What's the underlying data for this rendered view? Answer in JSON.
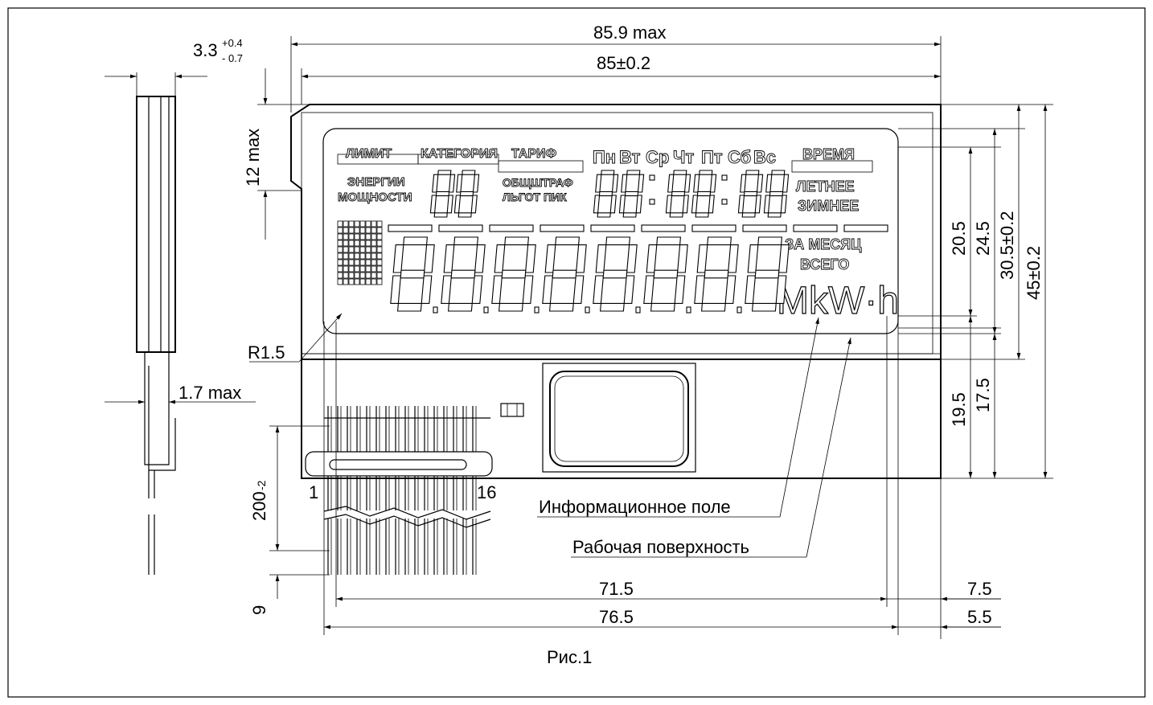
{
  "figure_caption": "Рис.1",
  "dimensions": {
    "thickness": "3.3",
    "thickness_tol_plus": "+0.4",
    "thickness_tol_minus": "- 0.7",
    "width_max": "85.9 max",
    "width": "85±0.2",
    "height_12": "12 max",
    "pin_thickness": "1.7 max",
    "radius": "R1.5",
    "lead_length": "200",
    "lead_length_tol": "-2",
    "lead_end": "9",
    "pin_first": "1",
    "pin_last": "16",
    "h_20_5": "20.5",
    "h_24_5": "24.5",
    "h_30_5": "30.5±0.2",
    "h_45": "45±0.2",
    "h_19_5": "19.5",
    "h_17_5": "17.5",
    "w_71_5": "71.5",
    "w_76_5": "76.5",
    "w_7_5": "7.5",
    "w_5_5": "5.5"
  },
  "callouts": {
    "info_field": "Информационное поле",
    "work_surface": "Рабочая поверхность"
  },
  "lcd_labels": {
    "limit": "ЛИМИТ",
    "category": "КАТЕГОРИЯ",
    "tariff": "ТАРИФ",
    "energy": "ЭНЕРГИИ",
    "power": "МОЩНОСТИ",
    "total_fine": "ОБЩШТРАФ",
    "discount_peak": "ЛЬГОТ ПИК",
    "mon": "Пн",
    "tue": "Вт",
    "wed": "Ср",
    "thu": "Чт",
    "fri": "Пт",
    "sat": "Сб",
    "sun": "Вс",
    "time": "ВРЕМЯ",
    "summer": "ЛЕТНЕЕ",
    "winter": "ЗИМНЕЕ",
    "per_month": "ЗА МЕСЯЦ",
    "total": "ВСЕГО",
    "unit": "MkW·h"
  }
}
